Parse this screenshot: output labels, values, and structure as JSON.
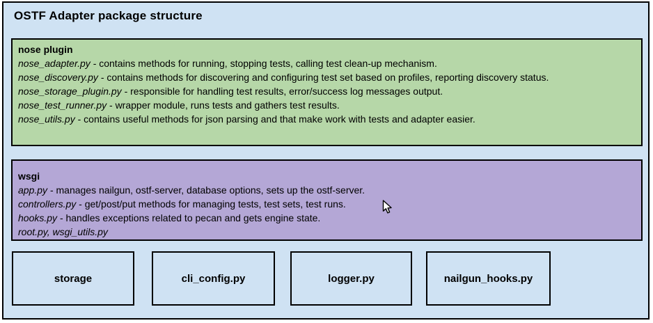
{
  "title": "OSTF Adapter package structure",
  "colors": {
    "background": "#cfe2f3",
    "nose_plugin_fill": "#b6d7a8",
    "wsgi_fill": "#b4a7d6",
    "module_fill": "#cfe2f3",
    "border": "#000000"
  },
  "nose_plugin": {
    "heading": "nose plugin",
    "entries": [
      {
        "file": "nose_adapter.py",
        "desc": "- contains methods for running, stopping tests, calling test clean-up mechanism."
      },
      {
        "file": "nose_discovery.py",
        "desc": "- contains methods for discovering and configuring test set based on profiles, reporting discovery status."
      },
      {
        "file": "nose_storage_plugin.py",
        "desc": "- responsible for handling test results, error/success log messages output."
      },
      {
        "file": "nose_test_runner.py",
        "desc": "- wrapper module, runs tests and gathers test results."
      },
      {
        "file": "nose_utils.py",
        "desc": "- contains useful methods for json parsing and  that make work with tests and adapter easier."
      }
    ]
  },
  "wsgi": {
    "heading": "wsgi",
    "entries": [
      {
        "file": "app.py",
        "desc": "- manages nailgun, ostf-server, database options, sets up the ostf-server."
      },
      {
        "file": "controllers.py",
        "desc": "- get/post/put methods for managing tests, test sets, test runs."
      },
      {
        "file": "hooks.py",
        "desc": "- handles exceptions related to pecan and gets engine state."
      }
    ],
    "footer": "root.py, wsgi_utils.py"
  },
  "modules": [
    {
      "label": "storage"
    },
    {
      "label": "cli_config.py"
    },
    {
      "label": "logger.py"
    },
    {
      "label": "nailgun_hooks.py"
    }
  ]
}
